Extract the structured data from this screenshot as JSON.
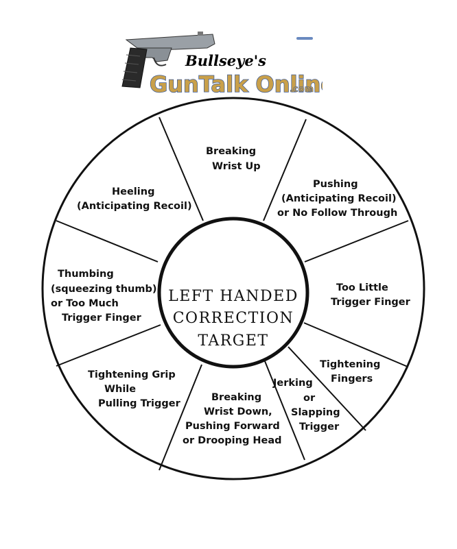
{
  "logo": {
    "line1": "Bullseye's",
    "line2": "GunTalk Online",
    "suffix": ".com"
  },
  "target": {
    "center": [
      "LEFT HANDED",
      "CORRECTION",
      "TARGET"
    ],
    "segments": [
      {
        "id": "breaking-wrist-up",
        "lines": [
          "Breaking",
          "Wrist Up"
        ]
      },
      {
        "id": "pushing",
        "lines": [
          "Pushing",
          "(Anticipating Recoil)",
          "or No Follow Through"
        ]
      },
      {
        "id": "too-little-trigger-finger",
        "lines": [
          "Too Little",
          "Trigger Finger"
        ]
      },
      {
        "id": "tightening-fingers",
        "lines": [
          "Tightening",
          "Fingers"
        ]
      },
      {
        "id": "jerking-or-slapping-trigger",
        "lines": [
          "Jerking",
          "or",
          "Slapping",
          "Trigger"
        ]
      },
      {
        "id": "breaking-wrist-down",
        "lines": [
          "Breaking",
          "Wrist Down,",
          "Pushing Forward",
          "or Drooping Head"
        ]
      },
      {
        "id": "tightening-grip",
        "lines": [
          "Tightening Grip",
          "While",
          "Pulling Trigger"
        ]
      },
      {
        "id": "thumbing",
        "lines": [
          "Thumbing",
          "(squeezing thumb)",
          "or Too Much",
          "Trigger Finger"
        ]
      },
      {
        "id": "heeling",
        "lines": [
          "Heeling",
          "(Anticipating Recoil)"
        ]
      }
    ]
  }
}
